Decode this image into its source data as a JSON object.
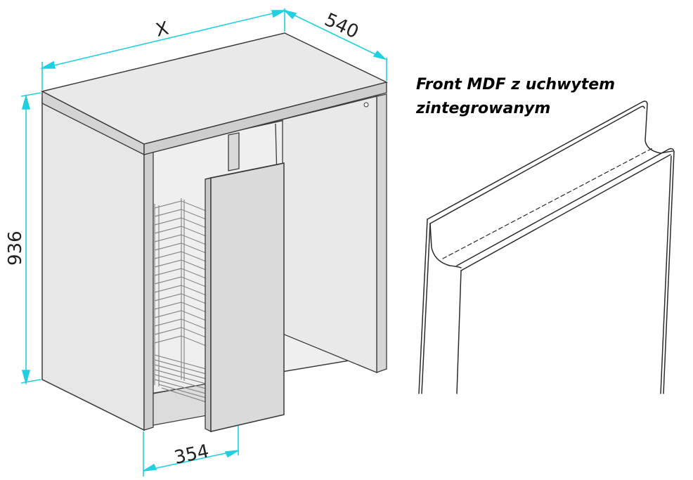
{
  "dimensions": {
    "width": "X",
    "depth": "540",
    "height": "936",
    "basket_width": "354"
  },
  "caption": {
    "line1": "Front MDF z uchwytem",
    "line2": "zintegrowanym"
  },
  "colors": {
    "dimension_line": "#1fd0e0",
    "panel_fill": "#e4e4e4",
    "panel_side": "#d6d6d6",
    "outline": "#3a3a3a",
    "basket_wire": "#8a8a8a"
  }
}
